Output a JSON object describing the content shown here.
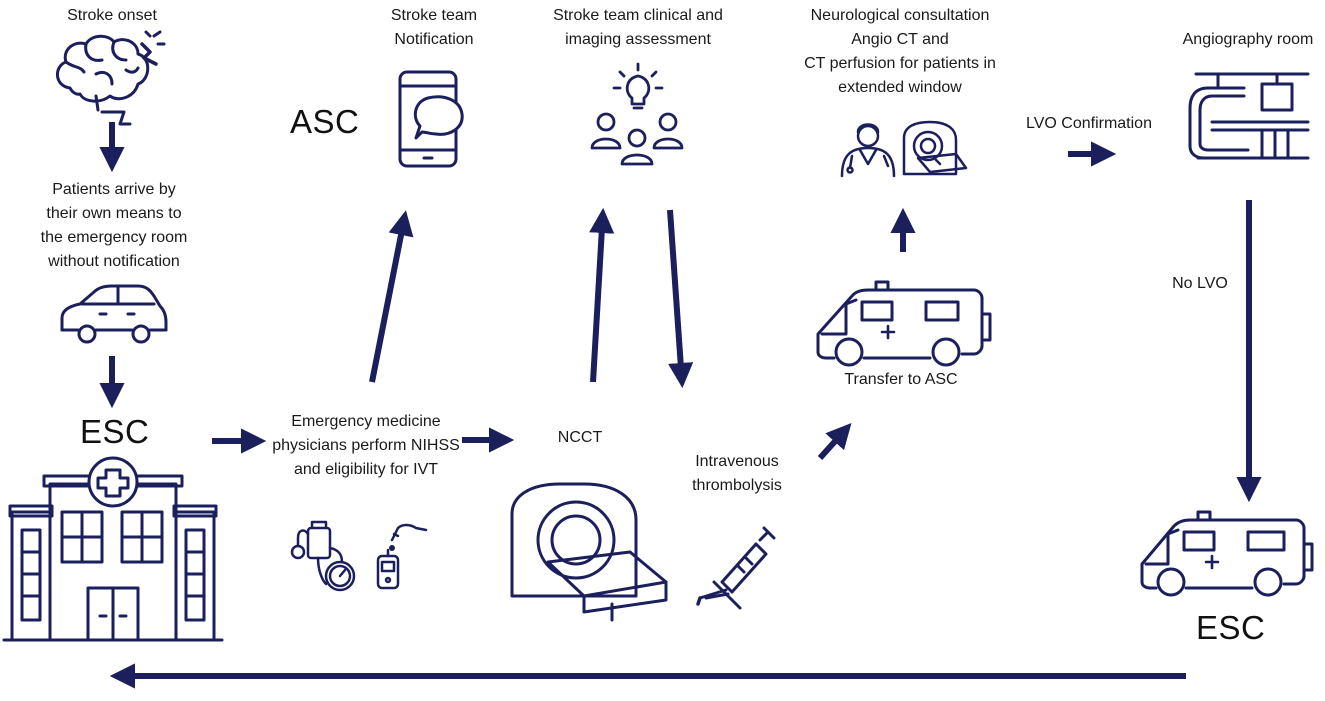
{
  "colors": {
    "accent": "#1b1f5c",
    "text": "#1a1a1a",
    "background": "#ffffff"
  },
  "labels": {
    "stroke_onset": "Stroke onset",
    "patients_arrive": "Patients arrive by\ntheir own means to\nthe emergency room\nwithout notification",
    "esc_top": "ESC",
    "emergency_physicians": "Emergency medicine\nphysicians perform NIHSS\nand eligibility for IVT",
    "asc": "ASC",
    "stroke_team_notification": "Stroke team\nNotification",
    "stroke_team_assessment": "Stroke team clinical and\nimaging assessment",
    "ncct": "NCCT",
    "intravenous_thrombolysis": "Intravenous\nthrombolysis",
    "neurological_consultation": "Neurological consultation\nAngio CT and\nCT perfusion for patients in\nextended window",
    "transfer_to_asc": "Transfer to ASC",
    "lvo_confirmation": "LVO Confirmation",
    "angiography_room": "Angiography room",
    "no_lvo": "No LVO",
    "esc_bottom": "ESC"
  },
  "icons": {
    "brain": "brain-lightning-icon",
    "car": "car-icon",
    "hospital": "hospital-icon",
    "blood_pressure": "blood-pressure-monitor-icon",
    "glucometer": "glucometer-icon",
    "phone": "smartphone-chat-icon",
    "team": "team-idea-icon",
    "ct_scanner": "ct-scanner-icon",
    "syringe": "syringe-icon",
    "doctor": "doctor-icon",
    "small_scanner": "ct-scanner-small-icon",
    "ambulance_mid": "ambulance-icon",
    "angiography": "angiography-machine-icon",
    "ambulance_bottom": "ambulance-icon"
  }
}
